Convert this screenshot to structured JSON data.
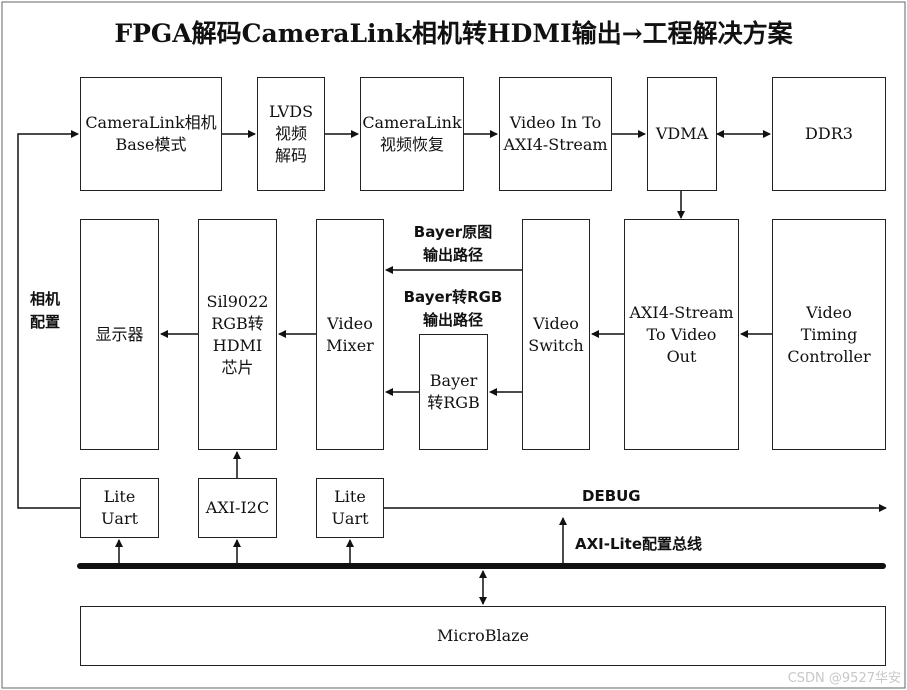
{
  "title": "FPGA解码CameraLink相机转HDMI输出→工程解决方案",
  "blocks": {
    "cameralink_base": "CameraLink相机\nBase模式",
    "lvds_decode": "LVDS\n视频\n解码",
    "cameralink_recover": "CameraLink\n视频恢复",
    "video_in_axi": "Video In To\nAXI4-Stream",
    "vdma": "VDMA",
    "ddr3": "DDR3",
    "display": "显示器",
    "sil9022": "Sil9022\nRGB转\nHDMI\n芯片",
    "video_mixer": "Video\nMixer",
    "bayer_rgb": "Bayer\n转RGB",
    "video_switch": "Video\nSwitch",
    "axi_to_video_out": "AXI4-Stream\nTo Video\nOut",
    "vtc": "Video\nTiming\nController",
    "lite_uart_1": "Lite\nUart",
    "axi_i2c": "AXI-I2C",
    "lite_uart_2": "Lite\nUart",
    "microblaze": "MicroBlaze"
  },
  "labels": {
    "camera_config": "相机\n配置",
    "bayer_raw_path": "Bayer原图\n输出路径",
    "bayer_rgb_path": "Bayer转RGB\n输出路径",
    "debug": "DEBUG",
    "axi_lite_bus": "AXI-Lite配置总线"
  },
  "watermark": "CSDN @9527华安"
}
